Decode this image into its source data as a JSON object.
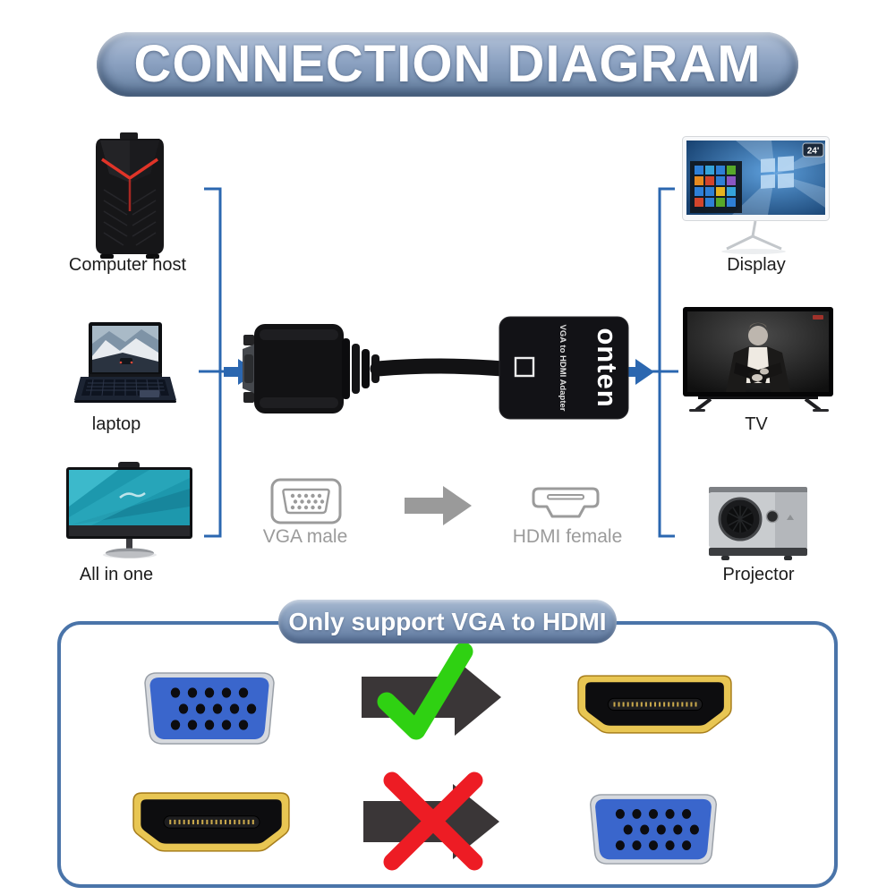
{
  "title": "CONNECTION DIAGRAM",
  "sources": {
    "computer_host": "Computer host",
    "laptop": "laptop",
    "all_in_one": "All in one"
  },
  "outputs": {
    "display": "Display",
    "display_badge": "24'",
    "tv": "TV",
    "projector": "Projector"
  },
  "adapter": {
    "brand": "onten",
    "label": "VGA to HDMI Adapter"
  },
  "conversion": {
    "from": "VGA male",
    "to": "HDMI female"
  },
  "support": {
    "header": "Only support VGA to HDMI",
    "rows": [
      {
        "from": "VGA",
        "to": "HDMI",
        "allowed": true
      },
      {
        "from": "HDMI",
        "to": "VGA",
        "allowed": false
      }
    ]
  },
  "colors": {
    "line_blue": "#2b67b0",
    "banner_blue": "#7d96b8",
    "panel_border": "#4a74a9",
    "vga_blue": "#3a66cc",
    "hdmi_gold": "#e3bc45",
    "check_green": "#2fd112",
    "cross_red": "#ed1c24",
    "muted_gray": "#9b9b9b"
  }
}
